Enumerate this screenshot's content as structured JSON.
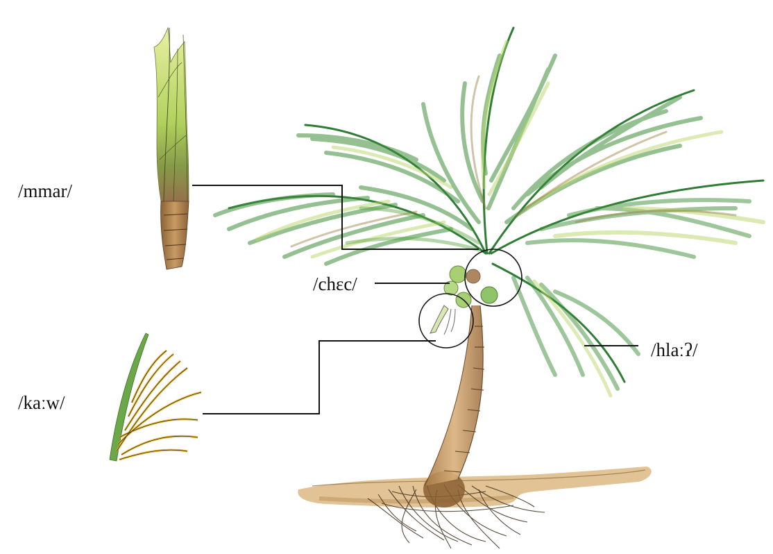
{
  "labels": {
    "mmar": "/mmar/",
    "chec": "/chɛc/",
    "hla": "/hlaːʔ/",
    "kaw": "/kaːw/"
  },
  "colors": {
    "frond_dark": "#2f7d34",
    "frond_mid": "#5aa63f",
    "frond_light": "#b9d66a",
    "frond_brown": "#9a7a3c",
    "trunk": "#c79a62",
    "ground": "#d2a769",
    "inflorescence": "#e8b92f",
    "coconut": "#a8cf72",
    "line": "#111111"
  }
}
